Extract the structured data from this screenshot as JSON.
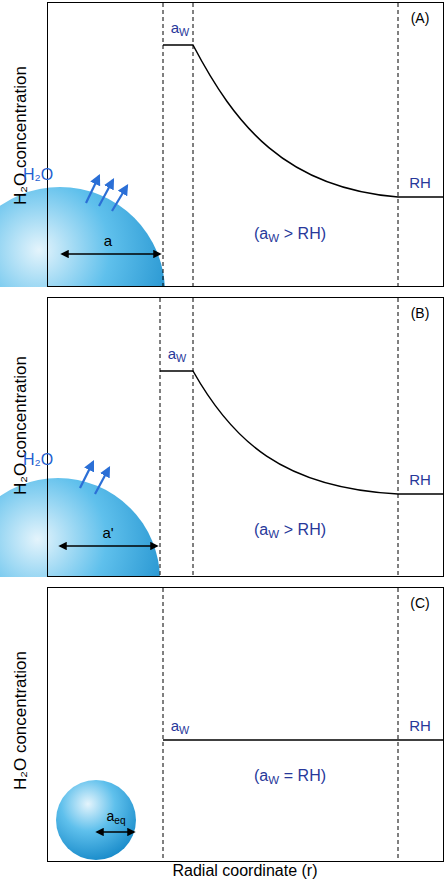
{
  "diagram": {
    "labels": [
      "H₂O concentration",
      "a",
      "W",
      "RH",
      "(A)",
      "(a",
      "W",
      "> RH)",
      "H₂O",
      "a",
      "H₂O concentration",
      "a",
      "W",
      "RH",
      "(B)",
      "(a",
      "W",
      "> RH)",
      "H₂O",
      "a'",
      "H₂O concentration",
      "a",
      "W",
      "RH",
      "(C)",
      "(a",
      "W",
      "= RH)",
      "a",
      "eq",
      "Radial coordinate (r)"
    ]
  }
}
